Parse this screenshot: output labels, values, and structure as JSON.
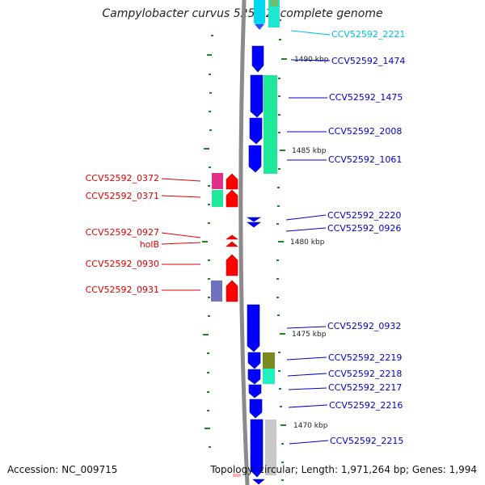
{
  "title": "Campylobacter curvus 525.92, complete genome",
  "accession": "Accession: NC_009715",
  "summary": "Topology: circular; Length: 1,971,264 bp; Genes: 1,994",
  "colors": {
    "forward": "#0000ff",
    "reverse": "#ff0000",
    "highlight": "#00c0e0",
    "green_tick": "#1a8a1a",
    "backbone": "#909090"
  },
  "kbp_labels": [
    "1490 kbp",
    "1485 kbp",
    "1480 kbp",
    "1475 kbp",
    "1470 kbp"
  ],
  "right_labels": [
    {
      "text": "CCV52592_2221",
      "color": "#00c0e0"
    },
    {
      "text": "CCV52592_1474",
      "color": "#0000cc"
    },
    {
      "text": "CCV52592_1475",
      "color": "#0000cc"
    },
    {
      "text": "CCV52592_2008",
      "color": "#0000cc"
    },
    {
      "text": "CCV52592_1061",
      "color": "#0000cc"
    },
    {
      "text": "CCV52592_2220",
      "color": "#0000cc"
    },
    {
      "text": "CCV52592_0926",
      "color": "#0000cc"
    },
    {
      "text": "CCV52592_0932",
      "color": "#0000cc"
    },
    {
      "text": "CCV52592_2219",
      "color": "#0000cc"
    },
    {
      "text": "CCV52592_2218",
      "color": "#0000cc"
    },
    {
      "text": "CCV52592_2217",
      "color": "#0000cc"
    },
    {
      "text": "CCV52592_2216",
      "color": "#0000cc"
    },
    {
      "text": "CCV52592_2215",
      "color": "#0000cc"
    }
  ],
  "left_labels": [
    {
      "text": "CCV52592_0372",
      "color": "#dd0000"
    },
    {
      "text": "CCV52592_0371",
      "color": "#dd0000"
    },
    {
      "text": "CCV52592_0927",
      "color": "#dd0000"
    },
    {
      "text": "holB",
      "color": "#dd0000"
    },
    {
      "text": "CCV52592_0930",
      "color": "#dd0000"
    },
    {
      "text": "CCV52592_0931",
      "color": "#dd0000"
    }
  ]
}
